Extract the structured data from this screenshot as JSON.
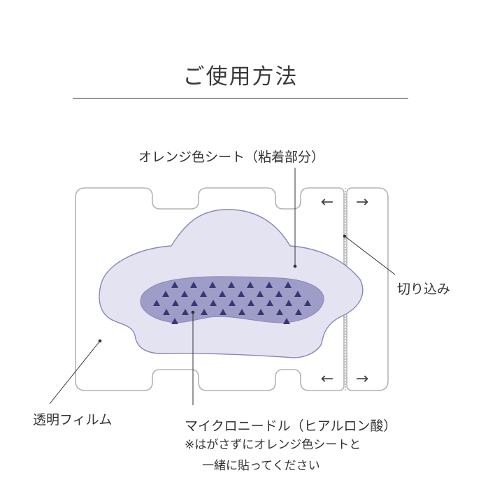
{
  "title": "ご使用方法",
  "labels": {
    "orange_sheet": "オレンジ色シート（粘着部分）",
    "cut": "切り込み",
    "film": "透明フィルム",
    "microneedle": "マイクロニードル（ヒアルロン酸）"
  },
  "note": {
    "line1": "※はがさずにオレンジ色シートと",
    "line2": "一緒に貼ってください"
  },
  "arrows": {
    "left": "←",
    "right": "→"
  },
  "colors": {
    "film_outline": "#b4b4b4",
    "sheet_fill": "#e4e3f1",
    "sheet_stroke": "#8a87b8",
    "needle_area": "#9e9dc7",
    "needle": "#3b3576",
    "leader": "#333333"
  }
}
